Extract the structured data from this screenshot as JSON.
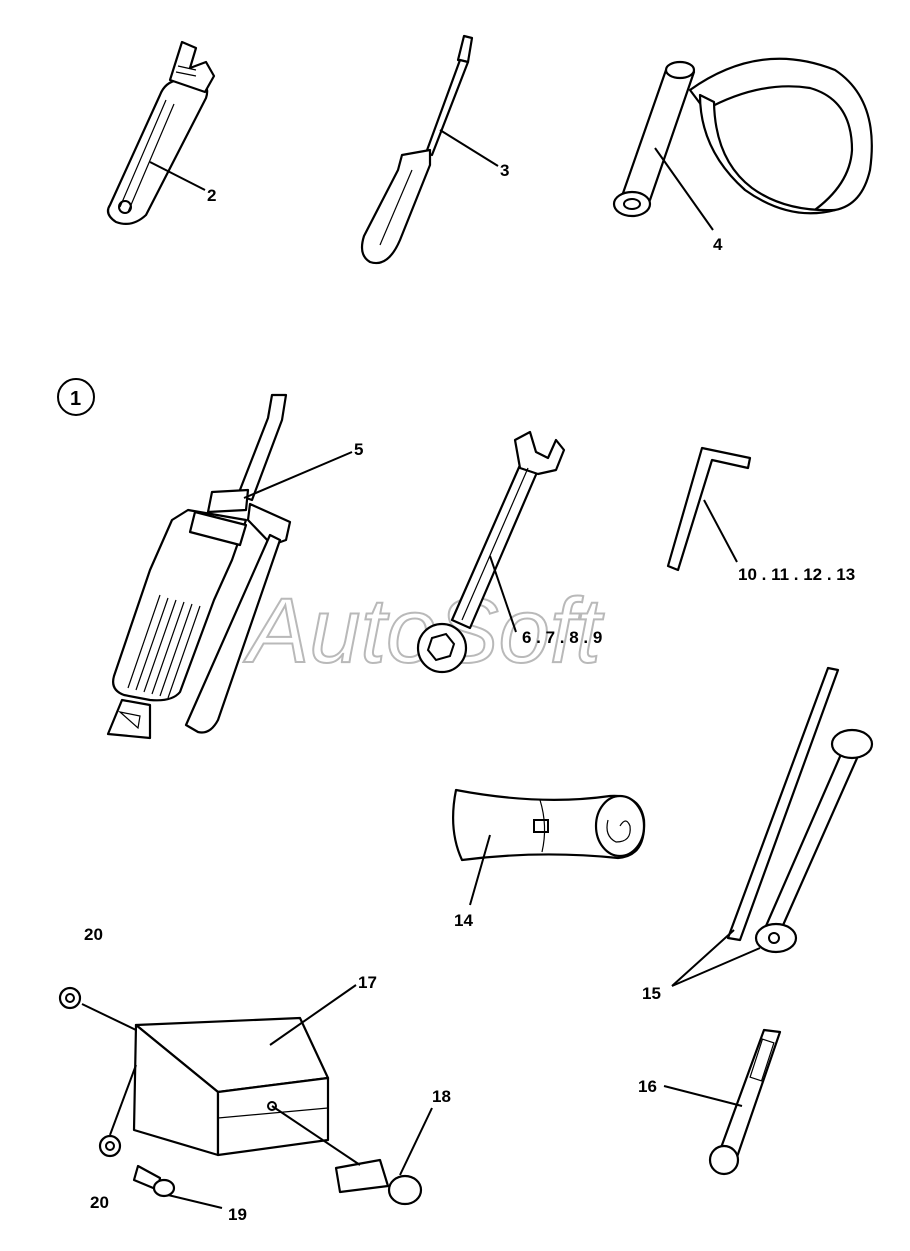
{
  "figure": {
    "figure_number": "1",
    "watermark": "AutoSoft",
    "callouts": [
      {
        "id": "c2",
        "text": "2"
      },
      {
        "id": "c3",
        "text": "3"
      },
      {
        "id": "c4",
        "text": "4"
      },
      {
        "id": "c5",
        "text": "5"
      },
      {
        "id": "c6",
        "text": "6 . 7 . 8 . 9"
      },
      {
        "id": "c10",
        "text": "10 . 11 . 12 . 13"
      },
      {
        "id": "c14",
        "text": "14"
      },
      {
        "id": "c15",
        "text": "15"
      },
      {
        "id": "c16",
        "text": "16"
      },
      {
        "id": "c17",
        "text": "17"
      },
      {
        "id": "c18",
        "text": "18"
      },
      {
        "id": "c19",
        "text": "19"
      },
      {
        "id": "c20a",
        "text": "20"
      },
      {
        "id": "c20b",
        "text": "20"
      }
    ]
  }
}
